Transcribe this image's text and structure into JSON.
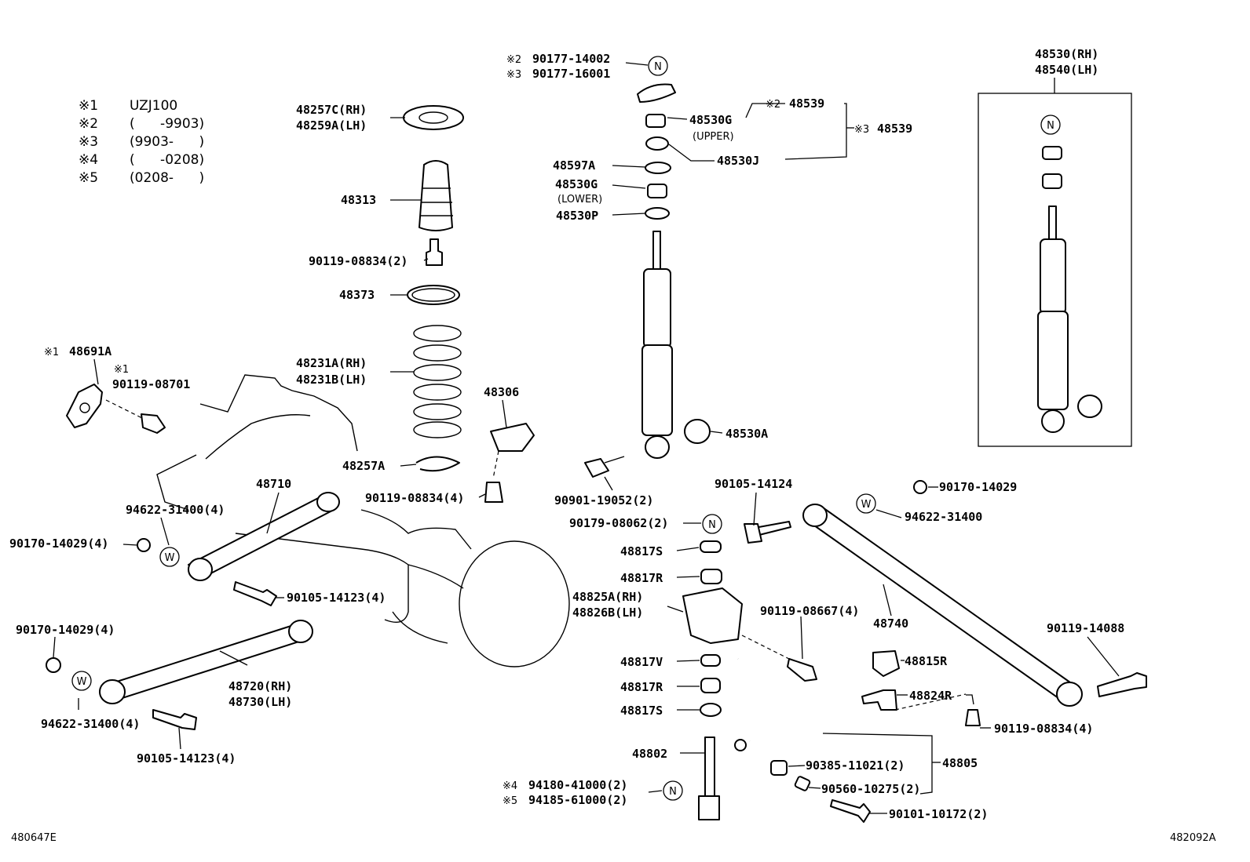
{
  "notes": [
    {
      "mark": "※1",
      "text": "UZJ100"
    },
    {
      "mark": "※2",
      "text": "(      -9903)"
    },
    {
      "mark": "※3",
      "text": "(9903-      )"
    },
    {
      "mark": "※4",
      "text": "(      -0208)"
    },
    {
      "mark": "※5",
      "text": "(0208-      )"
    }
  ],
  "parts": {
    "p48257C": "48257C(RH)",
    "p48259A": "48259A(LH)",
    "p48313": "48313",
    "p90119_08834_2": "90119-08834(2)",
    "p48373": "48373",
    "p48231A": "48231A(RH)",
    "p48231B": "48231B(LH)",
    "p48691A": "48691A",
    "p48691A_mark": "※1",
    "p90119_08701_mark": "※1",
    "p90119_08701": "90119-08701",
    "p48306": "48306",
    "p48257A": "48257A",
    "p90119_08834_4a": "90119-08834(4)",
    "p48710": "48710",
    "p94622_31400_4a": "94622-31400(4)",
    "p90170_14029_4a": "90170-14029(4)",
    "p90105_14123_4a": "90105-14123(4)",
    "p90170_14029_4b": "90170-14029(4)",
    "p48720": "48720(RH)",
    "p48730": "48730(LH)",
    "p94622_31400_4b": "94622-31400(4)",
    "p90105_14123_4b": "90105-14123(4)",
    "p90177_14002_mark": "※2",
    "p90177_14002": "90177-14002",
    "p90177_16001_mark": "※3",
    "p90177_16001": "90177-16001",
    "p48539_a_mark": "※2",
    "p48539_a": "48539",
    "p48539_b_mark": "※3",
    "p48539_b": "48539",
    "p48530G_up": "48530G",
    "p_upper": "(UPPER)",
    "p48530J": "48530J",
    "p48597A": "48597A",
    "p48530G_lo": "48530G",
    "p_lower": "(LOWER)",
    "p48530P": "48530P",
    "p48530A": "48530A",
    "p90901_19052": "90901-19052(2)",
    "p90105_14124": "90105-14124",
    "p90179_08062": "90179-08062(2)",
    "p48817S_a": "48817S",
    "p48817R_a": "48817R",
    "p48825A": "48825A(RH)",
    "p48826B": "48826B(LH)",
    "p90119_08667": "90119-08667(4)",
    "p48817V": "48817V",
    "p48817R_b": "48817R",
    "p48817S_b": "48817S",
    "p48802": "48802",
    "p94180_mark": "※4",
    "p94180": "94180-41000(2)",
    "p94185_mark": "※5",
    "p94185": "94185-61000(2)",
    "p90385": "90385-11021(2)",
    "p90560": "90560-10275(2)",
    "p48805": "48805",
    "p90101": "90101-10172(2)",
    "p48530RH": "48530(RH)",
    "p48540LH": "48540(LH)",
    "p90170_14029_c": "90170-14029",
    "p94622_31400_c": "94622-31400",
    "p48740": "48740",
    "p90119_14088": "90119-14088",
    "p48815R": "48815R",
    "p48824R": "48824R",
    "p90119_08834_4b": "90119-08834(4)"
  },
  "symbols": {
    "n": "N",
    "w": "W"
  },
  "footer": {
    "left": "480647E",
    "right": "482092A"
  }
}
